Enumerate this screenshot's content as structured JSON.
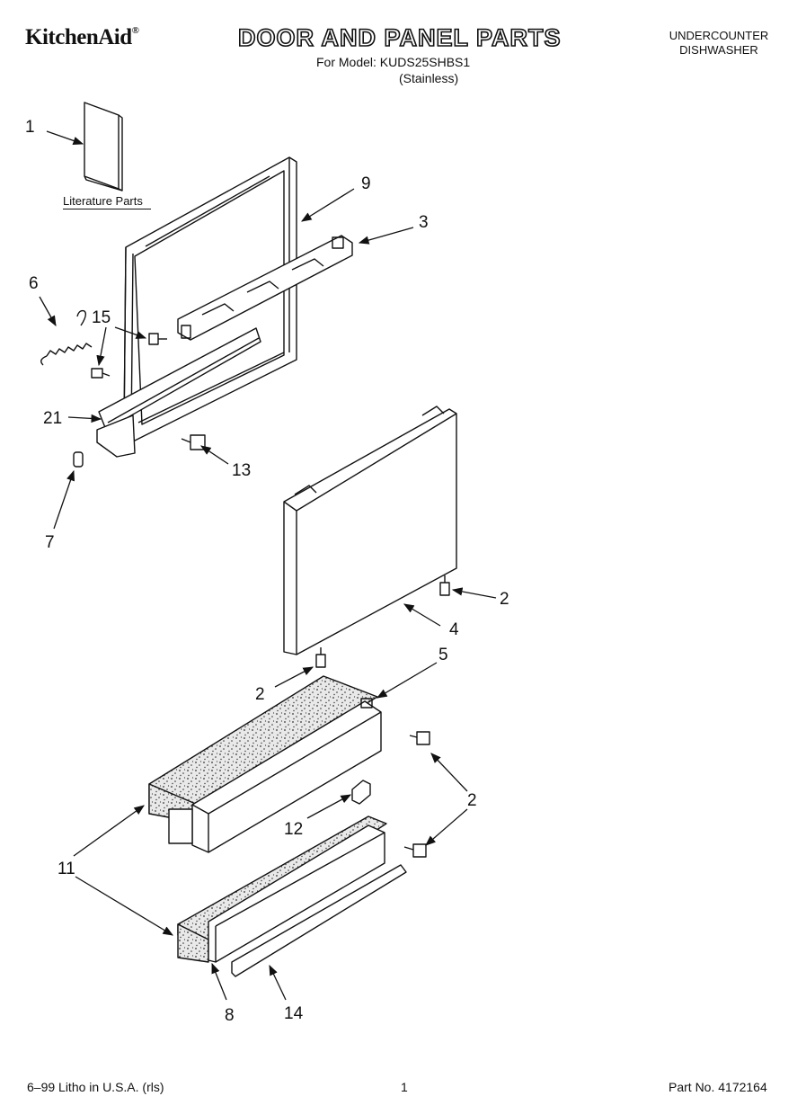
{
  "header": {
    "brand": "KitchenAid",
    "trademark": "®",
    "title": "DOOR AND PANEL PARTS",
    "model_line": "For Model: KUDS25SHBS1",
    "finish_line": "(Stainless)",
    "appliance_line1": "UNDERCOUNTER",
    "appliance_line2": "DISHWASHER"
  },
  "diagram": {
    "literature_label": "Literature Parts",
    "callouts": [
      "1",
      "9",
      "3",
      "6",
      "15",
      "21",
      "13",
      "7",
      "2",
      "4",
      "2",
      "5",
      "2",
      "11",
      "12",
      "8",
      "14"
    ]
  },
  "footer": {
    "print_info": "6–99 Litho in U.S.A. (rls)",
    "page_number": "1",
    "part_number": "Part No. 4172164"
  }
}
